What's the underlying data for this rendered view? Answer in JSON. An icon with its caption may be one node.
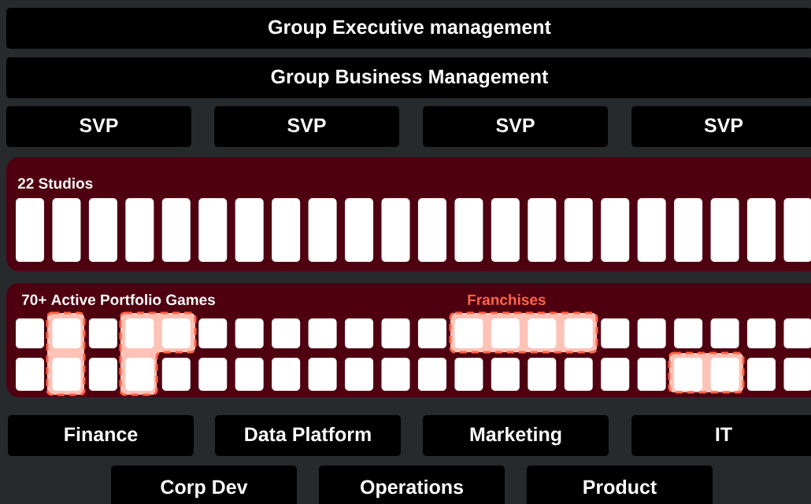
{
  "diagram": {
    "nodes": [
      {
        "text": [
          "Group Executive management"
        ]
      },
      {
        "text": [
          "Group Business Management"
        ]
      },
      {
        "text": [
          "SVP"
        ]
      },
      {
        "text": [
          "SVP"
        ]
      },
      {
        "text": [
          "SVP"
        ]
      },
      {
        "text": [
          "SVP"
        ]
      },
      {
        "text": [
          "22 Studios"
        ]
      },
      {
        "text": [],
        "shape": "box",
        "in": 6
      },
      {
        "text": [],
        "shape": "box",
        "in": 6
      },
      {
        "text": [],
        "shape": "box",
        "in": 6
      },
      {
        "text": [],
        "shape": "box",
        "in": 6
      },
      {
        "text": [],
        "shape": "box",
        "in": 6
      },
      {
        "text": [],
        "shape": "box",
        "in": 6
      },
      {
        "text": [],
        "shape": "box",
        "in": 6
      },
      {
        "text": [],
        "shape": "box",
        "in": 6
      },
      {
        "text": [],
        "shape": "box",
        "in": 6
      },
      {
        "text": [],
        "shape": "box",
        "in": 6
      },
      {
        "text": [],
        "shape": "box",
        "in": 6
      },
      {
        "text": [],
        "shape": "box",
        "in": 6
      },
      {
        "text": [],
        "shape": "box",
        "in": 6
      },
      {
        "text": [],
        "shape": "box",
        "in": 6
      },
      {
        "text": [],
        "shape": "box",
        "in": 6
      },
      {
        "text": [],
        "shape": "box",
        "in": 6
      },
      {
        "text": [],
        "shape": "box",
        "in": 6
      },
      {
        "text": [],
        "shape": "box",
        "in": 6
      },
      {
        "text": [],
        "shape": "box",
        "in": 6
      },
      {
        "text": [],
        "shape": "box",
        "in": 6
      },
      {
        "text": [],
        "shape": "box",
        "in": 6
      },
      {
        "text": [],
        "shape": "box",
        "in": 6
      },
      {
        "text": [
          "70+ Active Portfolio Games",
          "Franchises"
        ]
      },
      {
        "text": [],
        "shape": "box",
        "in": 29
      },
      {
        "text": [],
        "shape": "box",
        "in": 29
      },
      {
        "text": [],
        "shape": "box",
        "in": 29
      },
      {
        "text": [],
        "shape": "box",
        "in": 29
      },
      {
        "text": [],
        "shape": "box",
        "in": 29
      },
      {
        "text": [],
        "shape": "box",
        "in": 29
      },
      {
        "text": [],
        "shape": "box",
        "in": 29
      },
      {
        "text": [],
        "shape": "box",
        "in": 29
      },
      {
        "text": [],
        "shape": "box",
        "in": 29
      },
      {
        "text": [],
        "shape": "box",
        "in": 29
      },
      {
        "text": [],
        "shape": "box",
        "in": 29
      },
      {
        "text": [],
        "shape": "box",
        "in": 29
      },
      {
        "text": [],
        "shape": "box",
        "in": 29
      },
      {
        "text": [],
        "shape": "box",
        "in": 29
      },
      {
        "text": [],
        "shape": "box",
        "in": 29
      },
      {
        "text": [],
        "shape": "box",
        "in": 29
      },
      {
        "text": [],
        "shape": "box",
        "in": 29
      },
      {
        "text": [],
        "shape": "box",
        "in": 29
      },
      {
        "text": [],
        "shape": "box",
        "in": 29
      },
      {
        "text": [],
        "shape": "box",
        "in": 29
      },
      {
        "text": [],
        "shape": "box",
        "in": 29
      },
      {
        "text": [],
        "shape": "box",
        "in": 29
      },
      {
        "text": [],
        "shape": "box",
        "in": 29
      },
      {
        "text": [],
        "shape": "box",
        "in": 29
      },
      {
        "text": [],
        "shape": "box",
        "in": 29
      },
      {
        "text": [],
        "shape": "box",
        "in": 29
      },
      {
        "text": [],
        "shape": "box",
        "in": 29
      },
      {
        "text": [],
        "shape": "box",
        "in": 29
      },
      {
        "text": [],
        "shape": "box",
        "in": 29
      },
      {
        "text": [],
        "shape": "box",
        "in": 29
      },
      {
        "text": [],
        "shape": "box",
        "in": 29
      },
      {
        "text": [],
        "shape": "box",
        "in": 29
      },
      {
        "text": [],
        "shape": "box",
        "in": 29
      },
      {
        "text": [],
        "shape": "box",
        "in": 29
      },
      {
        "text": [],
        "shape": "box",
        "in": 29
      },
      {
        "text": [],
        "shape": "box",
        "in": 29
      },
      {
        "text": [],
        "shape": "box",
        "in": 29
      },
      {
        "text": [],
        "shape": "box",
        "in": 29
      },
      {
        "text": [],
        "shape": "box",
        "in": 29
      },
      {
        "text": [],
        "shape": "box",
        "in": 29
      },
      {
        "text": [],
        "shape": "box",
        "in": 29
      },
      {
        "text": [],
        "shape": "box",
        "in": 29
      },
      {
        "text": [],
        "shape": "box",
        "in": 29
      },
      {
        "text": [],
        "shape": "box",
        "in": 29
      },
      {
        "text": [
          "Finance"
        ]
      },
      {
        "text": [
          "Data Platform"
        ]
      },
      {
        "text": [
          "Marketing"
        ]
      },
      {
        "text": [
          "IT"
        ]
      },
      {
        "text": [
          "Corp Dev"
        ]
      },
      {
        "text": [
          "Operations"
        ]
      },
      {
        "text": [
          "Product"
        ]
      }
    ]
  }
}
